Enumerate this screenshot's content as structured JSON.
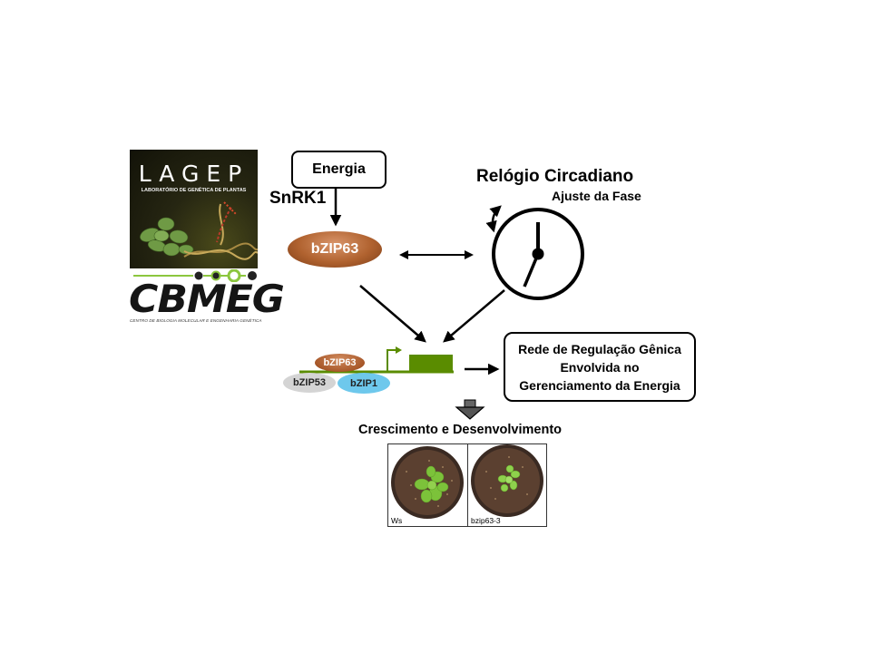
{
  "logos": {
    "lagep": {
      "title": "LAGEP",
      "subtitle": "LABORATÓRIO DE GENÉTICA DE PLANTAS"
    },
    "cbmeg": {
      "wordmark": "CBMEG",
      "subtitle": "CENTRO DE BIOLOGIA MOLECULAR E ENGENHARIA GENÉTICA"
    }
  },
  "diagram": {
    "energy_box": "Energia",
    "kinase_label": "SnRK1",
    "central_factor": "bZIP63",
    "clock_title": "Relógio Circadiano",
    "clock_subtitle": "Ajuste da Fase",
    "complex": {
      "top": "bZIP63",
      "left": "bZIP53",
      "right": "bZIP1"
    },
    "network_box": {
      "line1": "Rede de Regulação Gênica",
      "line2": "Envolvida no",
      "line3": "Gerenciamento da Energia"
    },
    "outcome": "Crescimento e Desenvolvimento",
    "photos": {
      "left_label": "Ws",
      "right_label": "bzip63-3"
    }
  },
  "colors": {
    "gene_green": "#5a8c00",
    "bzip63_brown": "#b0622f",
    "bzip1_blue": "#6ec8ec",
    "bzip53_gray": "#d4d4d4",
    "logo_green": "#8cc63f"
  }
}
